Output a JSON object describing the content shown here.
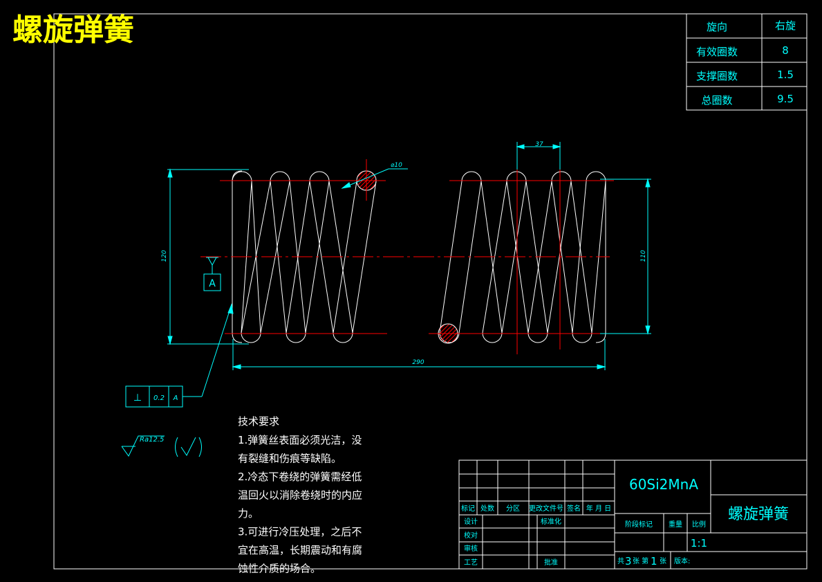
{
  "title": "螺旋弹簧",
  "spec_table": {
    "rows": [
      {
        "label": "旋向",
        "value": "右旋"
      },
      {
        "label": "有效圈数",
        "value": "8"
      },
      {
        "label": "支撑圈数",
        "value": "1.5"
      },
      {
        "label": "总圈数",
        "value": "9.5"
      }
    ]
  },
  "dimensions": {
    "pitch": "37",
    "wire_diameter": "⌀10",
    "outer_height": "120",
    "inner_height": "110",
    "free_length": "290"
  },
  "datum_label": "A",
  "tolerance_frame": {
    "symbol": "⊥",
    "value": "0.2",
    "datum": "A"
  },
  "roughness": {
    "value": "Ra12.5",
    "other": "(√)"
  },
  "tech_requirements": {
    "heading": "技术要求",
    "lines": [
      "1.弹簧丝表面必须光洁，没",
      "有裂缝和伤痕等缺陷。",
      "2.冷态下卷绕的弹簧需经低",
      "温回火以消除卷绕时的内应",
      "力。",
      "3.可进行冷压处理，之后不",
      "宜在高温，长期震动和有腐",
      "蚀性介质的场合。"
    ]
  },
  "title_block": {
    "material": "60Si2MnA",
    "drawing_name": "螺旋弹簧",
    "header_labels": [
      "标记",
      "处数",
      "分区",
      "更改文件号",
      "签名",
      "年 月 日"
    ],
    "role_labels": [
      "设计",
      "校对",
      "审核",
      "工艺"
    ],
    "standardize": "标准化",
    "approve": "批准",
    "stage_mark": "阶段标记",
    "weight": "重量",
    "scale_label": "比例",
    "scale_value": "1:1",
    "sheets_total_prefix": "共",
    "sheets_total": "3",
    "sheets_mid": "张  第",
    "sheet_no": "1",
    "sheet_suffix": "张",
    "version": "版本:"
  },
  "colors": {
    "border": "#ffffff",
    "dimension": "#00ffff",
    "centerline": "#ff0000",
    "title": "#ffff00",
    "spring": "#ffffff"
  }
}
